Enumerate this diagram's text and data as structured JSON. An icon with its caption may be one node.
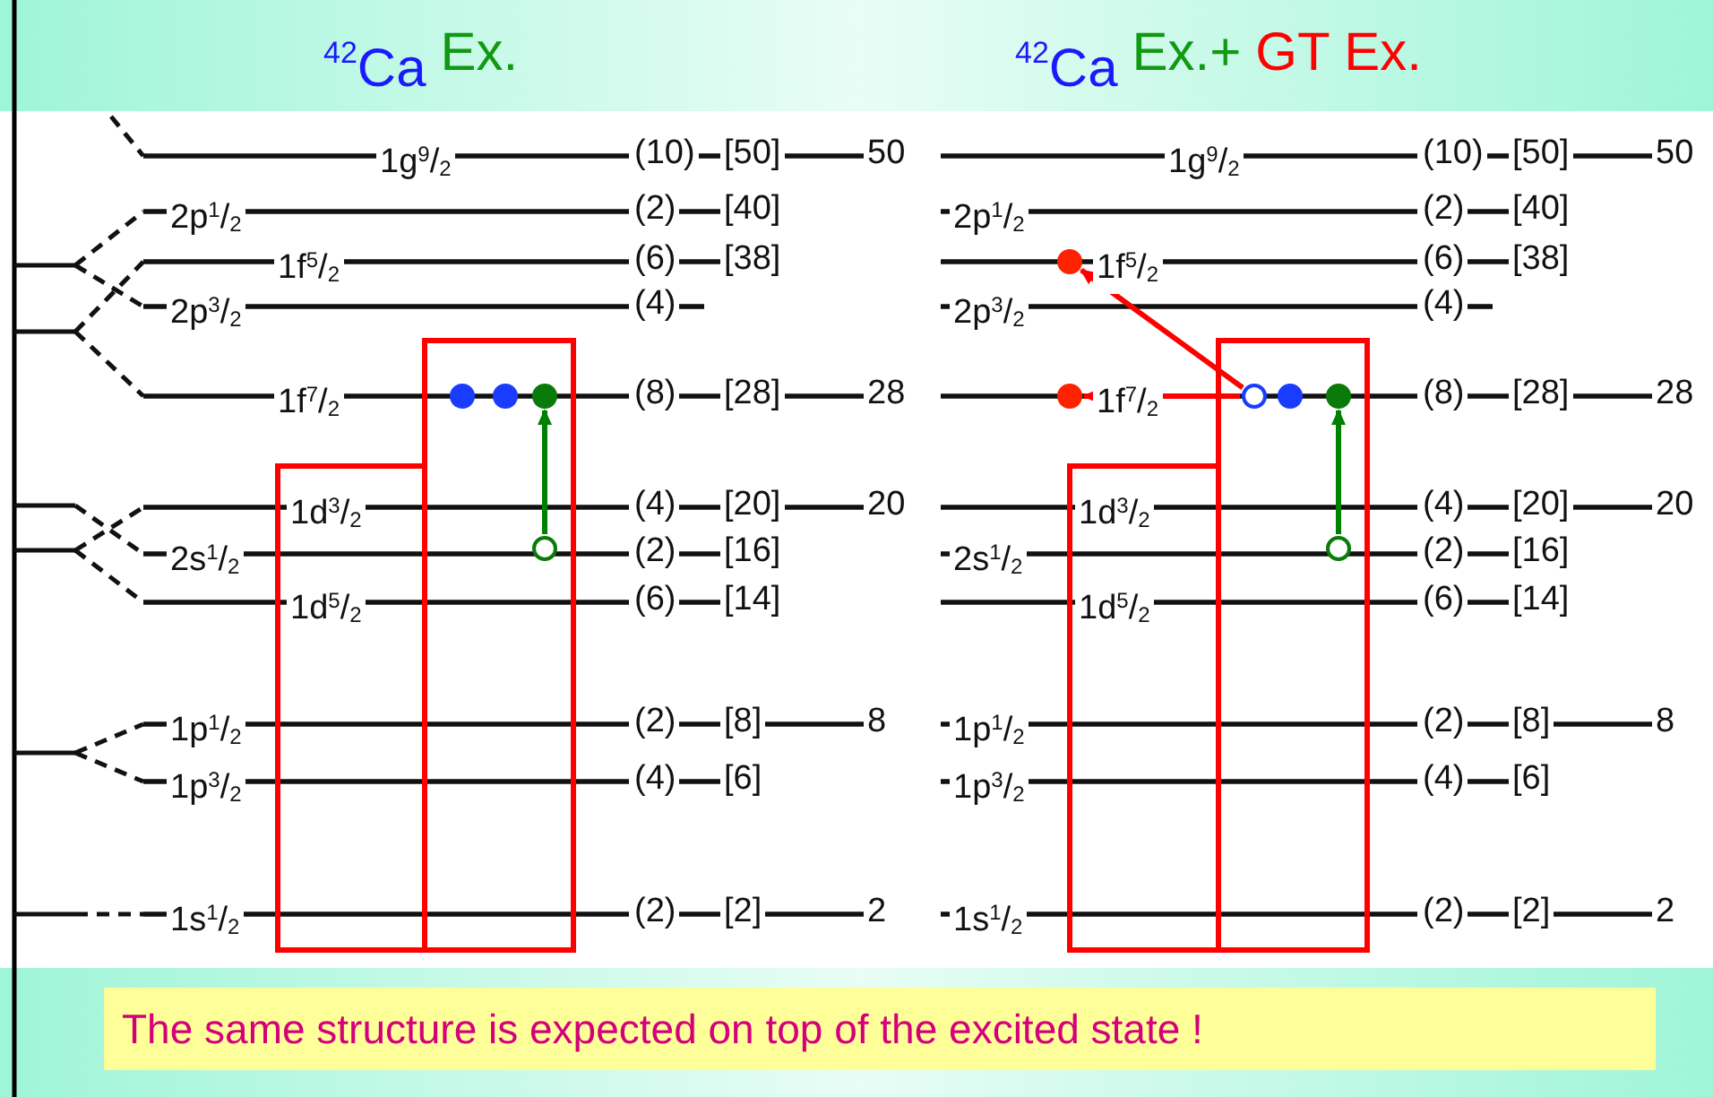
{
  "diagram": {
    "nodes": [
      {
        "text": [],
        "shape": "circle"
      },
      {
        "text": [],
        "shape": "circle"
      },
      {
        "text": [],
        "shape": "circle"
      },
      {
        "text": [],
        "shape": "circle"
      },
      {
        "text": [],
        "shape": "circle"
      },
      {
        "text": [],
        "shape": "circle"
      },
      {
        "text": [],
        "shape": "circle"
      },
      {
        "text": [],
        "shape": "circle"
      },
      {
        "text": [],
        "shape": "circle"
      },
      {
        "text": [],
        "shape": "circle"
      },
      {
        "text": [
          "The same structure is expected on top of the excited state !"
        ]
      }
    ],
    "edges": [
      {
        "from": 3,
        "to": 2,
        "arrow": "to",
        "color": "#008000"
      },
      {
        "from": 6,
        "to": 4,
        "arrow": "to",
        "color": "#ff0000"
      },
      {
        "from": 6,
        "to": 5,
        "arrow": "to",
        "color": "#ff0000"
      },
      {
        "from": 9,
        "to": 8,
        "arrow": "to",
        "color": "#008000"
      }
    ],
    "labels": [
      "$^{42}$Ca",
      "Ex.",
      "$^{42}$Ca",
      "Ex.+",
      "GT Ex.",
      "1g$^{9}$/$_{2}$",
      "(10)",
      "[50]",
      "50",
      "2p$^{1}$/$_{2}$",
      "(2)",
      "[40]",
      "1f$^{5}$/$_{2}$",
      "(6)",
      "[38]",
      "2p$^{3}$/$_{2}$",
      "(4)",
      "1f$^{7}$/$_{2}$",
      "(8)",
      "[28]",
      "28",
      "1d$^{3}$/$_{2}$",
      "(4)",
      "[20]",
      "20",
      "2s$^{1}$/$_{2}$",
      "(2)",
      "[16]",
      "1d$^{5}$/$_{2}$",
      "(6)",
      "[14]",
      "1p$^{1}$/$_{2}$",
      "(2)",
      "[8]",
      "8",
      "1p$^{3}$/$_{2}$",
      "(4)",
      "[6]",
      "1s$^{1}$/$_{2}$",
      "(2)",
      "[2]",
      "2",
      "1g$^{9}$/$_{2}$",
      "(10)",
      "[50]",
      "50",
      "2p$^{1}$/$_{2}$",
      "(2)",
      "[40]",
      "1f$^{5}$/$_{2}$",
      "(6)",
      "[38]",
      "2p$^{3}$/$_{2}$",
      "(4)",
      "1f$^{7}$/$_{2}$",
      "(8)",
      "[28]",
      "28",
      "1d$^{3}$/$_{2}$",
      "(4)",
      "[20]",
      "20",
      "2s$^{1}$/$_{2}$",
      "(2)",
      "[16]",
      "1d$^{5}$/$_{2}$",
      "(6)",
      "[14]",
      "1p$^{1}$/$_{2}$",
      "(2)",
      "[8]",
      "8",
      "1p$^{3}$/$_{2}$",
      "(4)",
      "[6]",
      "1s$^{1}$/$_{2}$",
      "(2)",
      "[2]",
      "2"
    ]
  }
}
